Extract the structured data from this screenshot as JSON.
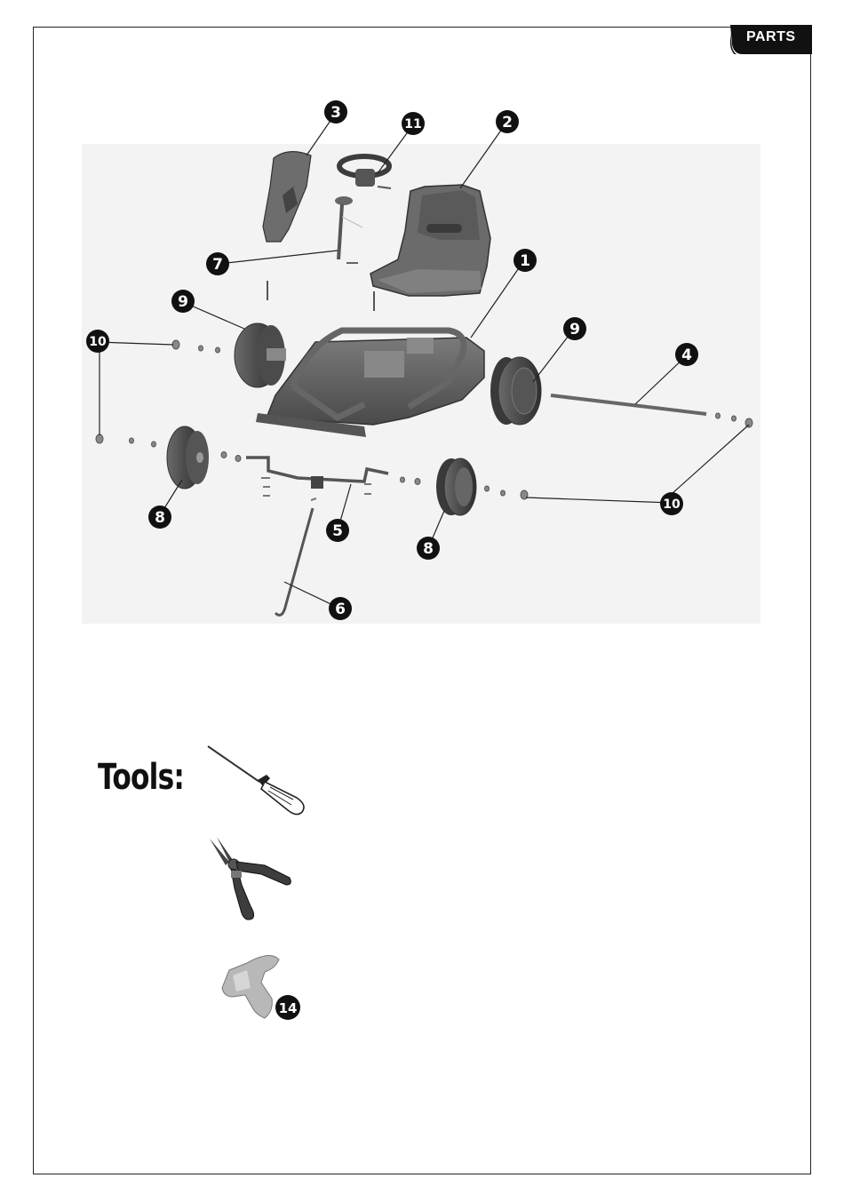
{
  "page_tab": {
    "label": "PARTS"
  },
  "parts_diagram": {
    "callouts": [
      "1",
      "2",
      "3",
      "4",
      "5",
      "6",
      "7",
      "8",
      "8",
      "9",
      "9",
      "10",
      "10",
      "11"
    ]
  },
  "tools": {
    "title": "Tools:",
    "items": [
      {
        "icon": "screwdriver-icon"
      },
      {
        "icon": "pliers-icon"
      },
      {
        "icon": "wrench-icon",
        "callout": "14"
      }
    ]
  }
}
